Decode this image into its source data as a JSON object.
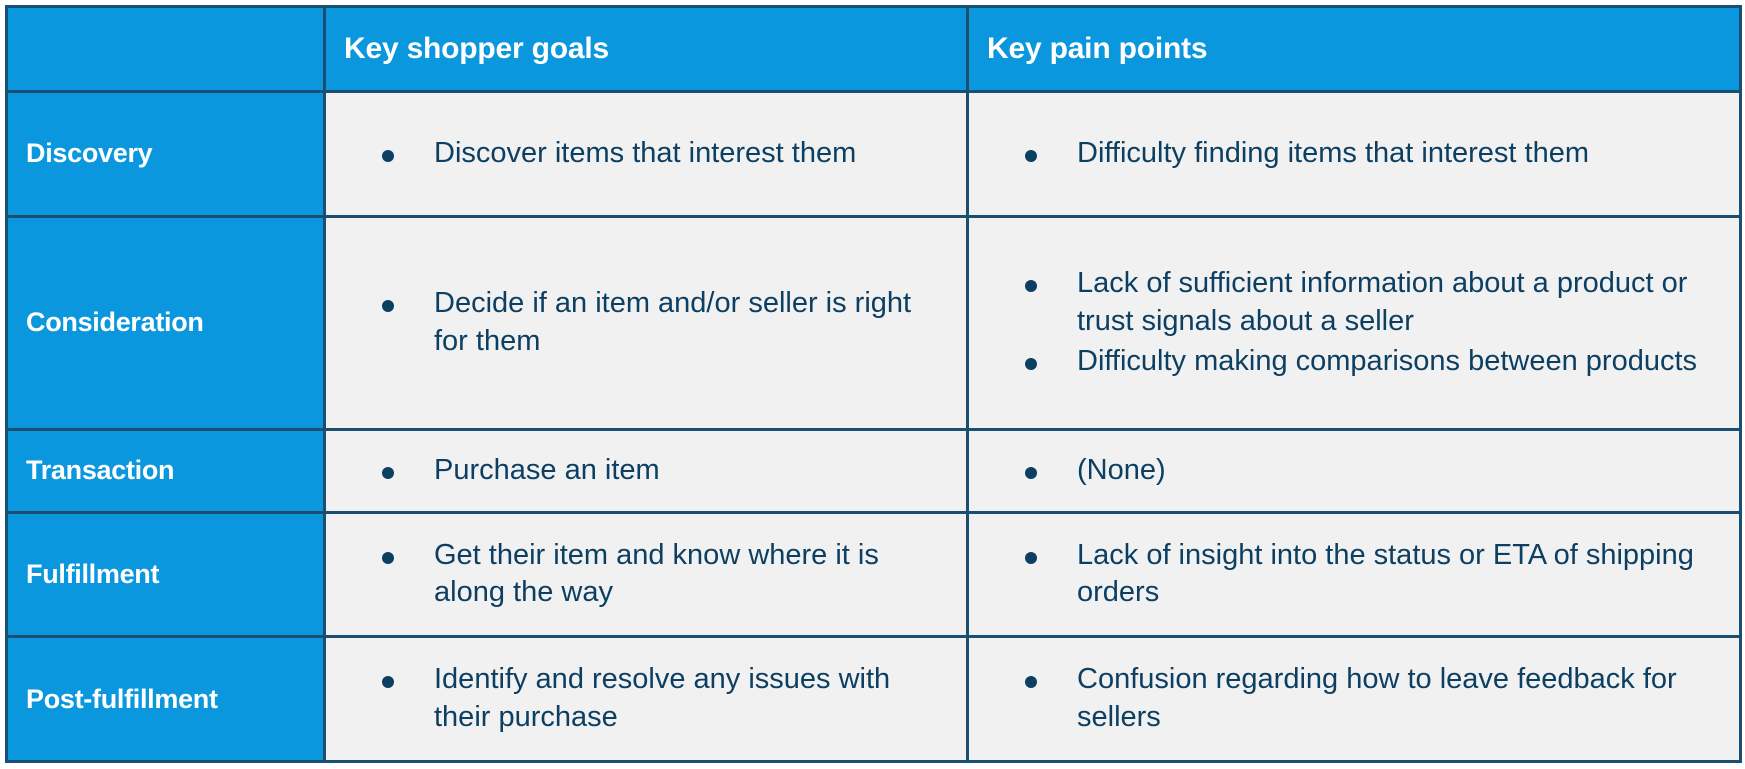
{
  "table": {
    "headers": {
      "stage_column": "",
      "goals_column": "Key shopper goals",
      "pains_column": "Key pain points"
    },
    "colors": {
      "header_blue": "#0a97de",
      "stage_blue": "#0a97de",
      "cell_gray": "#f1f1f1",
      "border_navy": "#1b4f72",
      "body_text_navy": "#0d3f63",
      "header_text": "#ffffff"
    },
    "rows": [
      {
        "stage": "Discovery",
        "goals": [
          "Discover items that interest them"
        ],
        "pains": [
          "Difficulty finding items that interest them"
        ]
      },
      {
        "stage": "Consideration",
        "goals": [
          "Decide if an item and/or seller is right for them"
        ],
        "pains": [
          "Lack of sufficient information about a product or trust signals about a seller",
          "Difficulty making comparisons between products"
        ]
      },
      {
        "stage": "Transaction",
        "goals": [
          "Purchase an item"
        ],
        "pains": [
          "(None)"
        ]
      },
      {
        "stage": "Fulfillment",
        "goals": [
          "Get their item and know where it is along the way"
        ],
        "pains": [
          "Lack of insight into the status or ETA of shipping orders"
        ]
      },
      {
        "stage": "Post-fulfillment",
        "goals": [
          "Identify and resolve any issues with their purchase"
        ],
        "pains": [
          "Confusion regarding how to leave feedback for sellers"
        ]
      }
    ]
  }
}
